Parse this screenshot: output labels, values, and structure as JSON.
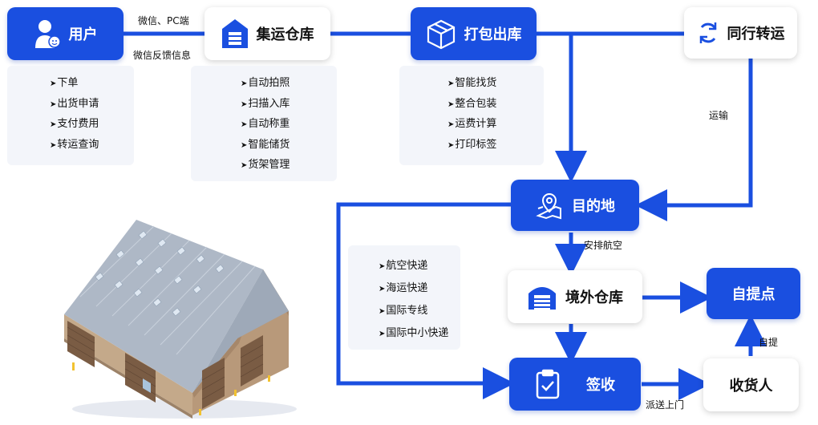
{
  "nodes": {
    "user": "用户",
    "warehouse": "集运仓库",
    "pack": "打包出库",
    "peer": "同行转运",
    "destination": "目的地",
    "overseas": "境外仓库",
    "pickup": "自提点",
    "sign": "签收",
    "receiver": "收货人"
  },
  "panels": {
    "user": [
      "下单",
      "出货申请",
      "支付费用",
      "转运查询"
    ],
    "warehouse": [
      "自动拍照",
      "扫描入库",
      "自动称重",
      "智能储货",
      "货架管理"
    ],
    "pack": [
      "智能找货",
      "整合包装",
      "运费计算",
      "打印标签"
    ],
    "shipping": [
      "航空快递",
      "海运快递",
      "国际专线",
      "国际中小快递"
    ]
  },
  "edges": {
    "wechat_pc": "微信、PC端",
    "wechat_feedback": "微信反馈信息",
    "transport": "运输",
    "arrange_air": "安排航空",
    "self_pickup": "自提",
    "door_delivery": "派送上门"
  },
  "colors": {
    "accent": "#1a4fe0",
    "panel_bg": "#f3f5fa"
  }
}
